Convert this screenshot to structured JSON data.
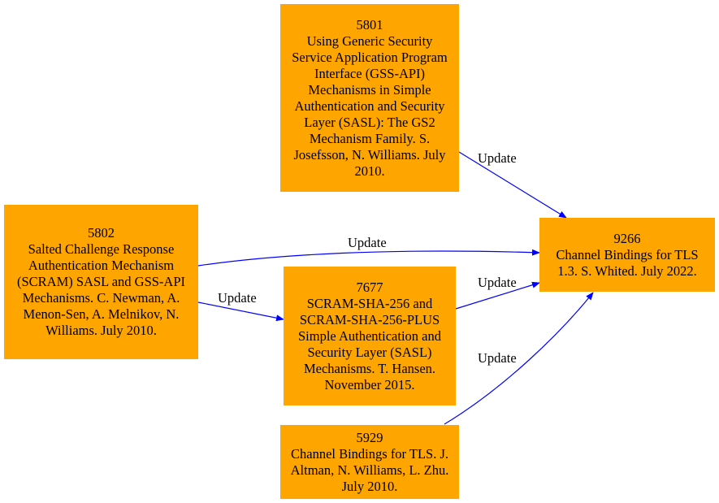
{
  "nodes": {
    "n5801": {
      "id": "5801",
      "text": "Using Generic Security Service Application Program Interface (GSS-API) Mechanisms in Simple Authentication and Security Layer (SASL): The GS2 Mechanism Family. S. Josefsson, N. Williams. July 2010."
    },
    "n5802": {
      "id": "5802",
      "text": "Salted Challenge Response Authentication Mechanism (SCRAM) SASL and GSS-API Mechanisms. C. Newman, A. Menon-Sen, A. Melnikov, N. Williams. July 2010."
    },
    "n7677": {
      "id": "7677",
      "text": "SCRAM-SHA-256 and SCRAM-SHA-256-PLUS Simple Authentication and Security Layer (SASL) Mechanisms. T. Hansen. November 2015."
    },
    "n5929": {
      "id": "5929",
      "text": "Channel Bindings for TLS. J. Altman, N. Williams, L. Zhu. July 2010."
    },
    "n9266": {
      "id": "9266",
      "text": "Channel Bindings for TLS 1.3. S. Whited. July 2022."
    }
  },
  "edges": [
    {
      "from": "5801",
      "to": "9266",
      "label": "Update"
    },
    {
      "from": "5802",
      "to": "9266",
      "label": "Update"
    },
    {
      "from": "5802",
      "to": "7677",
      "label": "Update"
    },
    {
      "from": "7677",
      "to": "9266",
      "label": "Update"
    },
    {
      "from": "5929",
      "to": "9266",
      "label": "Update"
    }
  ],
  "colors": {
    "node_fill": "#ffa500",
    "edge": "#0000ff"
  }
}
